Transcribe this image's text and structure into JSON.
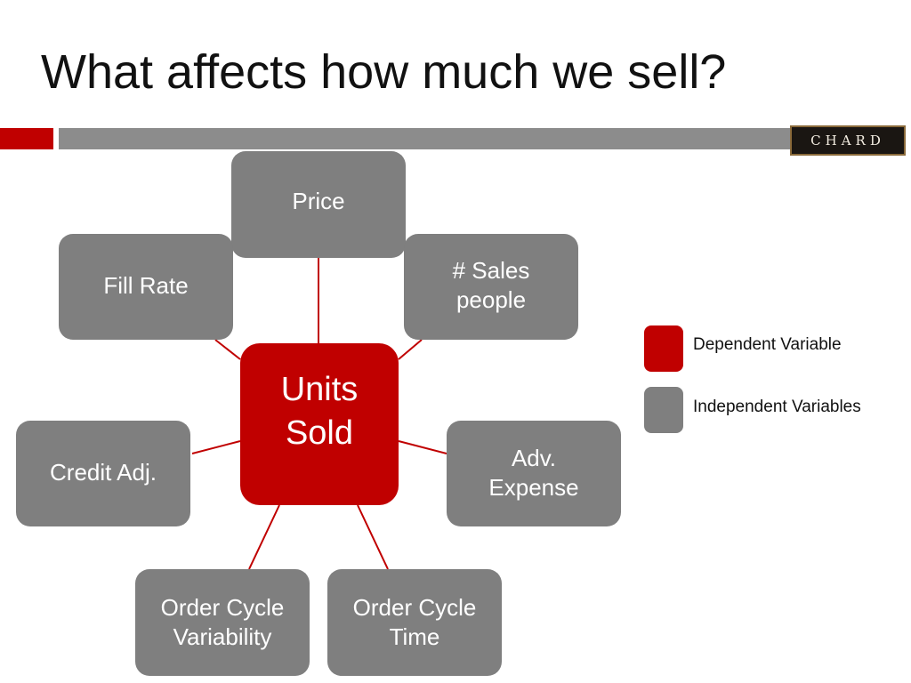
{
  "slide": {
    "title": "What affects how much we sell?",
    "logo_text": "CHARD"
  },
  "diagram": {
    "center": {
      "label_line1": "Units",
      "label_line2": "Sold"
    },
    "nodes": {
      "price": {
        "line1": "Price"
      },
      "fill_rate": {
        "line1": "Fill Rate"
      },
      "sales_people": {
        "line1": "# Sales",
        "line2": "people"
      },
      "credit_adj": {
        "line1": "Credit Adj."
      },
      "adv_expense": {
        "line1": "Adv.",
        "line2": "Expense"
      },
      "order_cycle_variability": {
        "line1": "Order Cycle",
        "line2": "Variability"
      },
      "order_cycle_time": {
        "line1": "Order Cycle",
        "line2": "Time"
      }
    }
  },
  "legend": {
    "dependent": {
      "label": "Dependent Variable",
      "color": "#c00000"
    },
    "independent": {
      "label": "Independent Variables",
      "color": "#7f7f7f"
    }
  }
}
